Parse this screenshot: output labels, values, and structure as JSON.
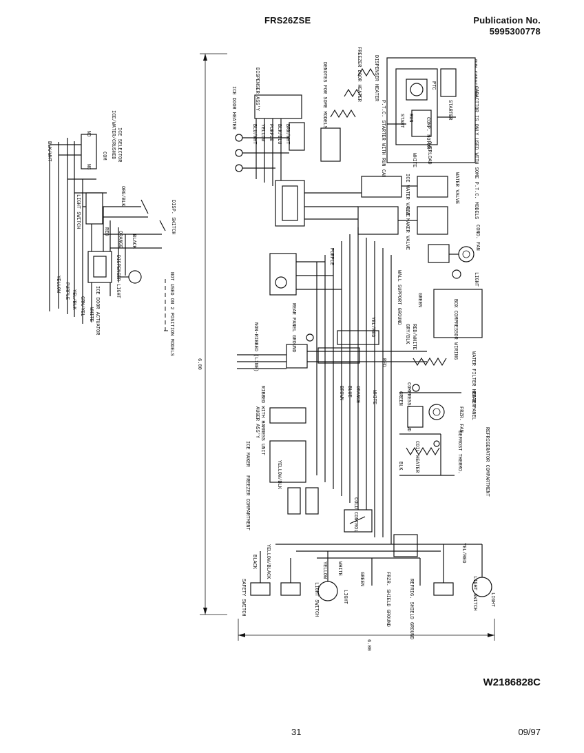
{
  "header": {
    "model": "FRS26ZSE",
    "publication_label": "Publication No.",
    "publication_number": "5995300778"
  },
  "footer": {
    "drawing_number": "W2186828C",
    "page_number": "31",
    "date_code": "09/97"
  },
  "dimensions": {
    "vertical": "6.00",
    "horizontal": "6.00"
  },
  "inset": {
    "wires": [
      "BLK/WHT",
      "YELLOW",
      "PURPLE",
      "YEL/BLK",
      "GRN/YEL",
      "WHITE"
    ],
    "labels": {
      "ice_water_crushed": "ICE/WATER/CRUSHED",
      "ice_selector": "ICE SELECTOR",
      "light_switch": "LIGHT SWITCH",
      "disp_switch": "DISP. SWITCH",
      "ice_door_actuator": "ICE DOOR ACTUATOR",
      "dispenser_light": "DISPENSER LIGHT",
      "org_blk": "ORG/BLK",
      "red": "RED",
      "orange": "ORANGE",
      "black": "BLACK",
      "no": "NO",
      "nc": "NC",
      "com": "COM",
      "note": "NOT USED ON 2 POSITION MODELS"
    }
  },
  "main": {
    "top_labels": {
      "ice_door_heater": "ICE DOOR HEATER",
      "dispenser_assy": "DISPENSER ASS'Y",
      "denotes": "DENOTES FOR SOME MODELS ONLY",
      "freezer_door_heater": "FREEZER DOOR HEATER",
      "dispenser_heater": "DISPENSER HEATER",
      "ptc_starter": "P.T.C. STARTER WITH RUN CAPACITOR",
      "run_capacitor": "RUN CAPACITOR",
      "capacitor_note": "CAPACITOR IS ONLY USED WITH SOME P.T.C. MODELS",
      "start": "START",
      "run": "RUN",
      "comp_motor": "COMP. MOTOR",
      "overload": "OVERLOAD",
      "ptc": "PTC",
      "starter": "STARTER",
      "white": "WHITE"
    },
    "wire_colors": [
      "BLU/WHT",
      "YELLOW",
      "PURPLE",
      "BLK/BLU",
      "BRN/WHT",
      "GRN/YEL",
      "BLK/YEL"
    ],
    "right_components": {
      "water_valve": "WATER VALVE",
      "ice_water_valve": "ICE WATER VALVE",
      "ice_maker_valve": "ICE MAKER VALVE",
      "cond_fan": "COND. FAN",
      "light_ground": "LIGHT GROUND",
      "box_compressor_wiring": "BOX COMPRESSOR WIRING",
      "water_filter_heater": "WATER FILTER HEATER",
      "rear_panel": "REAR PANEL",
      "frzr_fan": "FRZR. FAN",
      "defrost_thermo": "DEFROST THERMO.",
      "coil_heater": "COIL HEATER",
      "refrigerator_compartment": "REFRIGERATOR COMPARTMENT",
      "green": "GREEN",
      "wall_support_ground": "WALL SUPPORT GROUND",
      "compressor_ground": "COMPRESSOR GROUND"
    },
    "center_labels": {
      "non_ribbed": "NON-RIBBED (LINE)",
      "ribbed": "RIBBED WITH HARNESS UNIT",
      "rear_panel_ground": "REAR PANEL GROUND",
      "auger_assy": "AUGER ASS'Y",
      "ice_maker": "ICE MAKER",
      "freezer_compartment": "FREEZER COMPARTMENT",
      "cold_control": "COLD CONTROL",
      "yellow_blk": "YELLOW/BLK",
      "brown": "BROWN",
      "blue": "BLUE",
      "orange": "ORANGE",
      "yel_red": "YEL/RED",
      "red": "RED",
      "blk": "BLK",
      "green": "GREEN",
      "purple": "PURPLE",
      "white": "WHITE",
      "gry_blk": "GRY/BLK",
      "red_white": "RED/WHITE"
    },
    "bottom_labels": {
      "safety_switch": "SAFETY SWITCH",
      "light_switch_frz": "LIGHT SWITCH",
      "light_frz": "LIGHT",
      "frzr_shield_ground": "FRZR. SHIELD GROUND",
      "refrig_shield_ground": "REFRIG. SHIELD GROUND",
      "light_switch_ref": "LIGHT SWITCH",
      "light_ref": "LIGHT",
      "black": "BLACK",
      "yellow_black": "YELLOW/BLACK",
      "yellow": "YELLOW",
      "white": "WHITE",
      "green": "GREEN",
      "yel_red": "YEL/RED"
    }
  }
}
